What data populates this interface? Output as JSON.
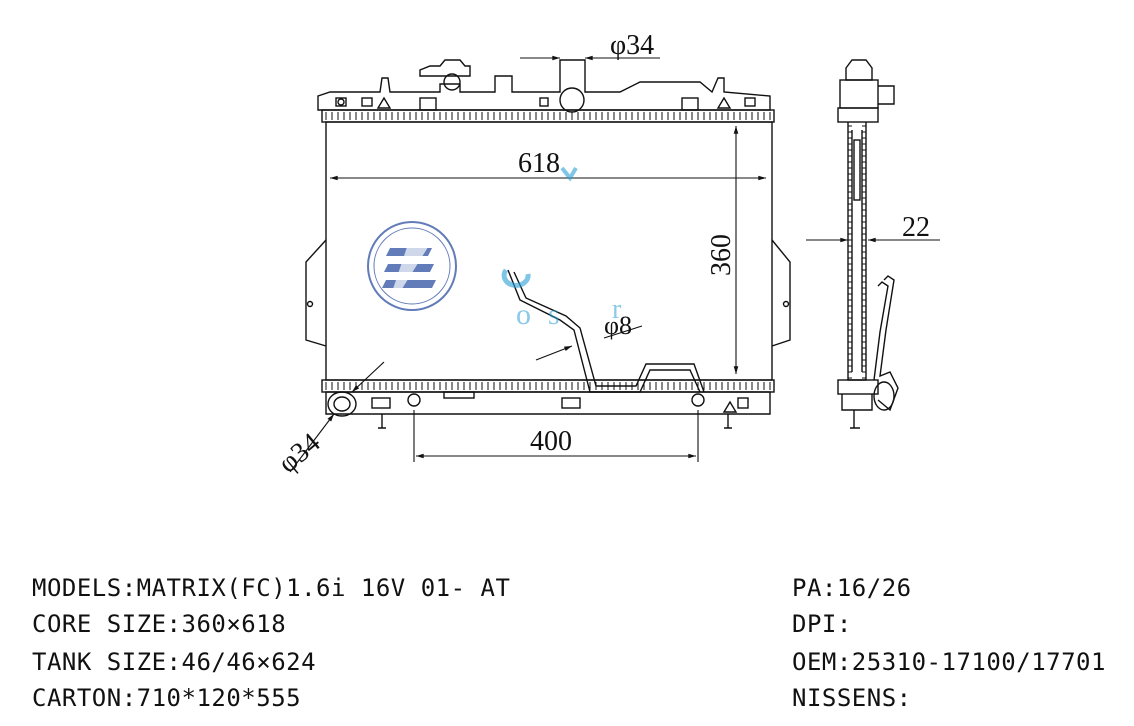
{
  "dimensions": {
    "top_pipe": "φ34",
    "width": "618",
    "height": "360",
    "thickness": "22",
    "small_pipe": "φ8",
    "bottom_pipe": "φ34",
    "bottom_spacing": "400"
  },
  "watermark": {
    "letters": [
      "o",
      "s",
      "r"
    ]
  },
  "specs": {
    "left": [
      {
        "key": "MODELS:",
        "value": "MATRIX(FC)1.6i 16V 01- AT"
      },
      {
        "key": "CORE SIZE:",
        "value": "360×618"
      },
      {
        "key": "TANK SIZE:",
        "value": "46/46×624"
      },
      {
        "key": "CARTON:",
        "value": "710*120*555"
      }
    ],
    "right": [
      {
        "key": "PA:",
        "value": "16/26"
      },
      {
        "key": "DPI:",
        "value": ""
      },
      {
        "key": "OEM:",
        "value": "25310-17100/17701"
      },
      {
        "key": "NISSENS:",
        "value": ""
      }
    ]
  },
  "colors": {
    "line": "#111111",
    "logo_blue": "#3b5ba8",
    "watermark": "#2a9fd6"
  }
}
